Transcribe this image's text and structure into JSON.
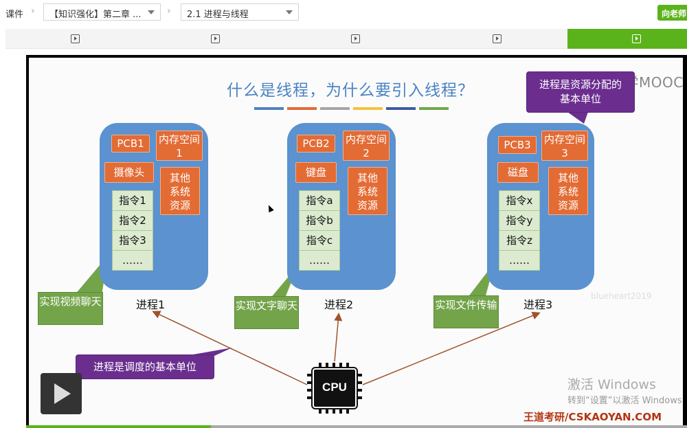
{
  "breadcrumb": {
    "root": "课件",
    "chapter_select": "【知识强化】第二章 ...",
    "section_select": "2.1 进程与线程"
  },
  "header": {
    "teacher_button": "向老师"
  },
  "tabs": [
    {
      "icon": "play-icon",
      "active": false
    },
    {
      "icon": "play-icon",
      "active": false
    },
    {
      "icon": "play-icon",
      "active": false
    },
    {
      "icon": "play-icon",
      "active": false
    },
    {
      "icon": "play-icon",
      "active": true
    }
  ],
  "slide": {
    "title": "什么是线程，为什么要引入线程？",
    "title_bar_colors": [
      "#4f81bd",
      "#e36b34",
      "#a5a5a5",
      "#f5c13b",
      "#3d5aa3",
      "#6ea84a"
    ],
    "processes": [
      {
        "pcb": "PCB1",
        "memory": "内存空间1",
        "device": "摄像头",
        "resources": "其他系统资源",
        "instructions": [
          "指令1",
          "指令2",
          "指令3",
          "……"
        ],
        "label": "进程1",
        "callout": "实现视频聊天"
      },
      {
        "pcb": "PCB2",
        "memory": "内存空间2",
        "device": "键盘",
        "resources": "其他系统资源",
        "instructions": [
          "指令a",
          "指令b",
          "指令c",
          "……"
        ],
        "label": "进程2",
        "callout": "实现文字聊天"
      },
      {
        "pcb": "PCB3",
        "memory": "内存空间3",
        "device": "磁盘",
        "resources": "其他系统资源",
        "instructions": [
          "指令x",
          "指令y",
          "指令z",
          "……"
        ],
        "label": "进程3",
        "callout": "实现文件传输"
      }
    ],
    "callout_resource": "进程是资源分配的基本单位",
    "callout_schedule": "进程是调度的基本单位",
    "cpu_label": "CPU",
    "logo": "中国大学MOOC",
    "watermark": "blueheart2019",
    "activate_title": "激活 Windows",
    "activate_sub": "转到“设置”以激活 Windows",
    "credit": "王道考研/CSKAOYAN.COM"
  },
  "player": {
    "progress": 0.28
  }
}
